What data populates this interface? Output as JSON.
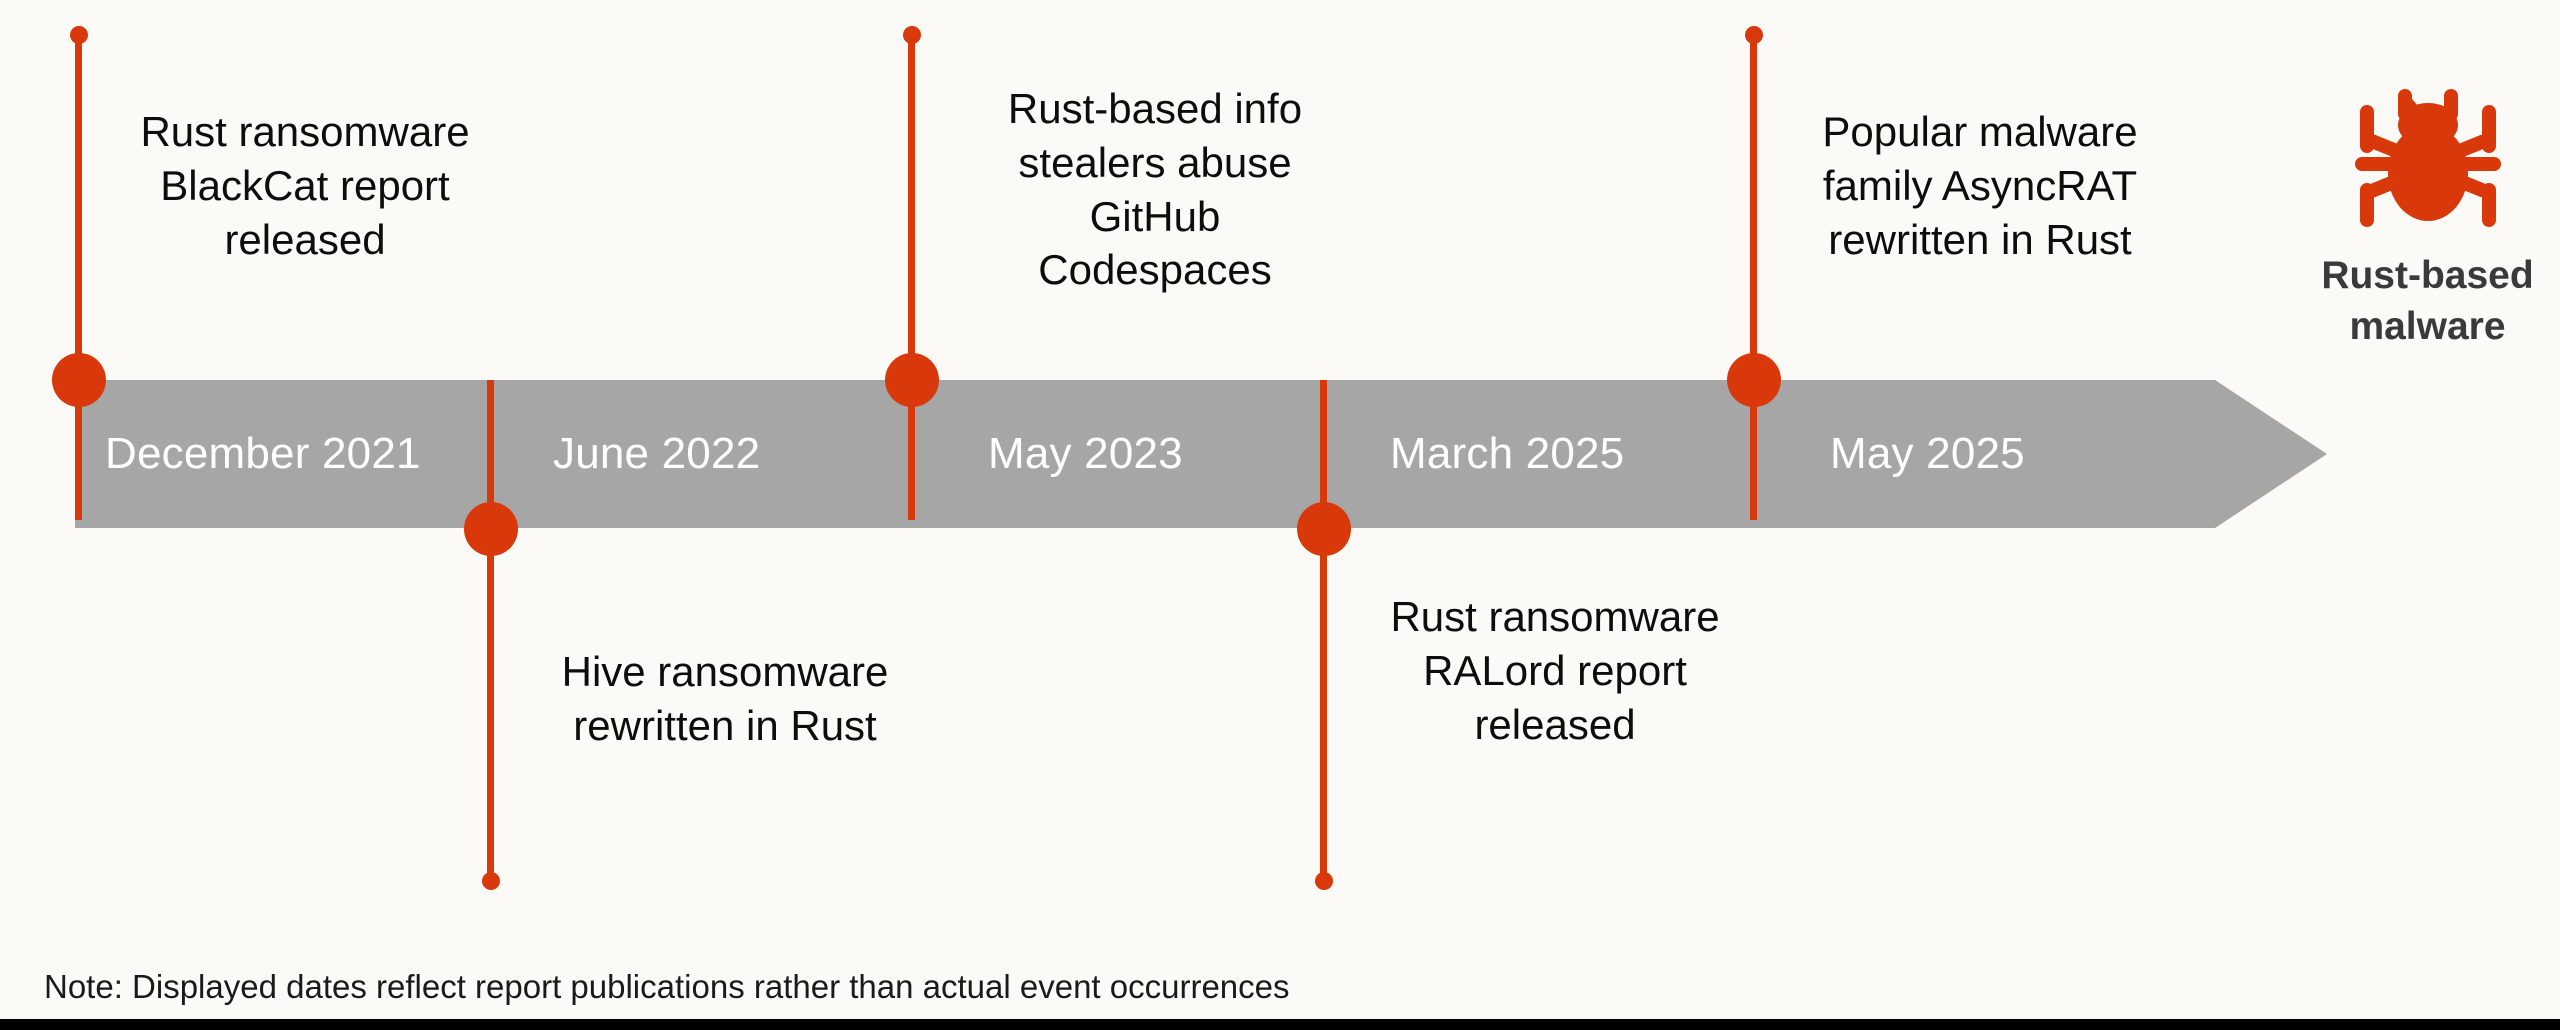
{
  "colors": {
    "background": "#FCFAF6",
    "timeline_bar": "#A6A6A6",
    "accent_orange": "#D8380A",
    "date_text": "#FFFFFF",
    "event_text": "#0D0D0D",
    "legend_text": "#3B3A38"
  },
  "timeline": {
    "dates": [
      {
        "label": "December 2021"
      },
      {
        "label": "June 2022"
      },
      {
        "label": "May 2023"
      },
      {
        "label": "March 2025"
      },
      {
        "label": "May 2025"
      }
    ],
    "events": [
      {
        "date": "December 2021",
        "position": "above",
        "text": "Rust ransomware\nBlackCat report\nreleased"
      },
      {
        "date": "June 2022",
        "position": "below",
        "text": "Hive ransomware\nrewritten in Rust"
      },
      {
        "date": "May 2023",
        "position": "above",
        "text": "Rust-based info\nstealers abuse\nGitHub\nCodespaces"
      },
      {
        "date": "March 2025",
        "position": "below",
        "text": "Rust ransomware\nRALord report\nreleased"
      },
      {
        "date": "May 2025",
        "position": "above",
        "text": "Popular malware\nfamily AsyncRAT\nrewritten in Rust"
      }
    ]
  },
  "legend": {
    "icon": "bug-icon",
    "caption": "Rust-based\nmalware"
  },
  "footnote": {
    "text": "Note: Displayed dates reflect report publications rather than actual event occurrences"
  }
}
